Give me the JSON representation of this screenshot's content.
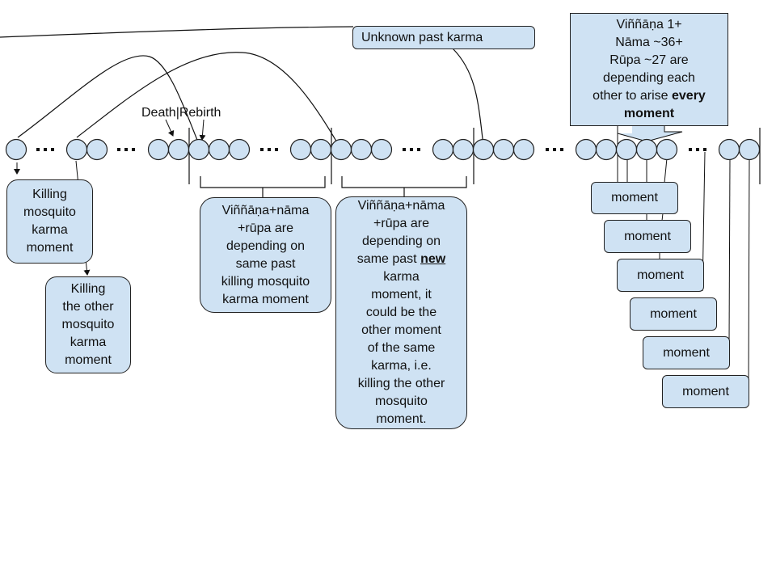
{
  "diagram": {
    "title_labels": {
      "death_rebirth": "Death|Rebirth"
    },
    "ellipsis": "...",
    "boxes": {
      "unknown_past_karma": "Unknown past karma",
      "callout": {
        "line1": "Viññāṇa 1+",
        "line2": "Nāma ~36+",
        "line3": "Rūpa ~27 are",
        "line4": "depending each",
        "line5_prefix": "other to arise ",
        "line5_bold": "every",
        "line6_bold": "moment"
      },
      "killing_mosquito": [
        "Killing",
        "mosquito",
        "karma",
        "moment"
      ],
      "killing_other_mosquito": [
        "Killing",
        "the other",
        "mosquito",
        "karma",
        "moment"
      ],
      "same_past_karma": [
        "Viññāṇa+nāma",
        "+rūpa are",
        "depending on",
        "same past",
        "killing mosquito",
        "karma moment"
      ],
      "new_karma": {
        "line1": "Viññāṇa+nāma",
        "line2": "+rūpa are",
        "line3": "depending on",
        "line4_prefix": "same past ",
        "line4_bold": "new",
        "rest": [
          "karma",
          "moment, it",
          "could be the",
          "other moment",
          "of the same",
          "karma, i.e.",
          "killing the other",
          "mosquito",
          "moment."
        ]
      },
      "moments": [
        "moment",
        "moment",
        "moment",
        "moment",
        "moment",
        "moment"
      ]
    },
    "colors": {
      "box_fill": "#cfe2f3",
      "stroke": "#222222"
    }
  }
}
